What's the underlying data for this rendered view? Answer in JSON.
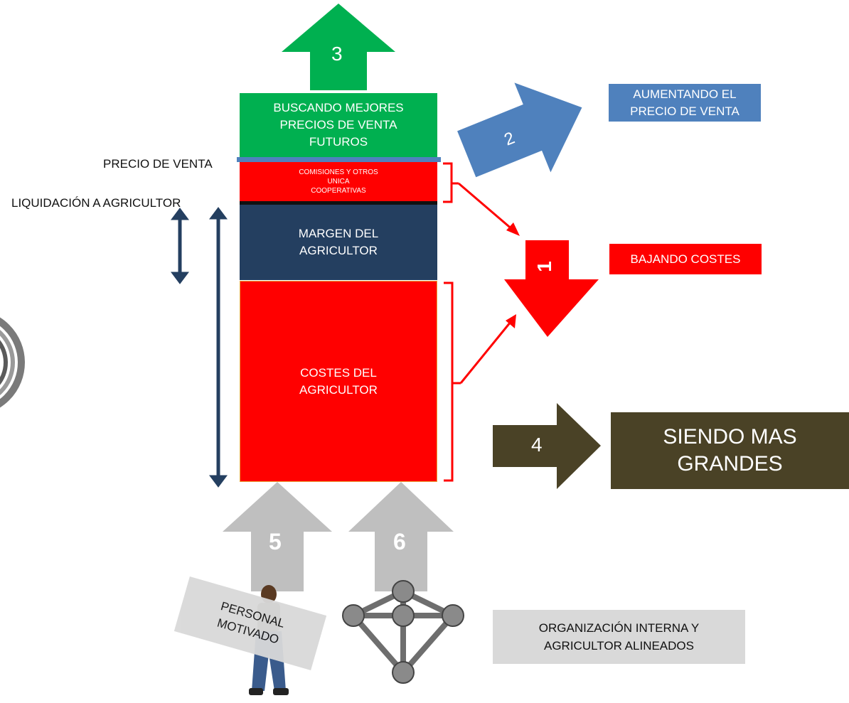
{
  "stack": {
    "top_block": "BUSCANDO MEJORES PRECIOS DE VENTA FUTUROS",
    "commissions_lines": [
      "COMISIONES Y OTROS",
      "UNICA",
      "COOPERATIVAS"
    ],
    "margin_block": "MARGEN DEL AGRICULTOR",
    "costs_block": "COSTES DEL AGRICULTOR"
  },
  "labels": {
    "sale_price": "PRECIO DE VENTA",
    "settlement": "LIQUIDACIÓN A AGRICULTOR"
  },
  "arrows": {
    "a3": "3",
    "a2": "2",
    "a1": "1",
    "a4": "4",
    "a5": "5",
    "a6": "6"
  },
  "boxes": {
    "raise_price": "AUMENTANDO EL PRECIO DE VENTA",
    "lower_costs": "BAJANDO COSTES",
    "bigger": "SIENDO MAS GRANDES",
    "staff": "PERSONAL MOTIVADO",
    "organization": "ORGANIZACIÓN INTERNA Y AGRICULTOR ALINEADOS"
  },
  "colors": {
    "green": "#00b050",
    "blue": "#4f81bd",
    "red": "#ff0000",
    "navy": "#243f60",
    "olive": "#4a4226",
    "grey_arrow": "#bfbfbf",
    "grey_box": "#d9d9d9"
  }
}
